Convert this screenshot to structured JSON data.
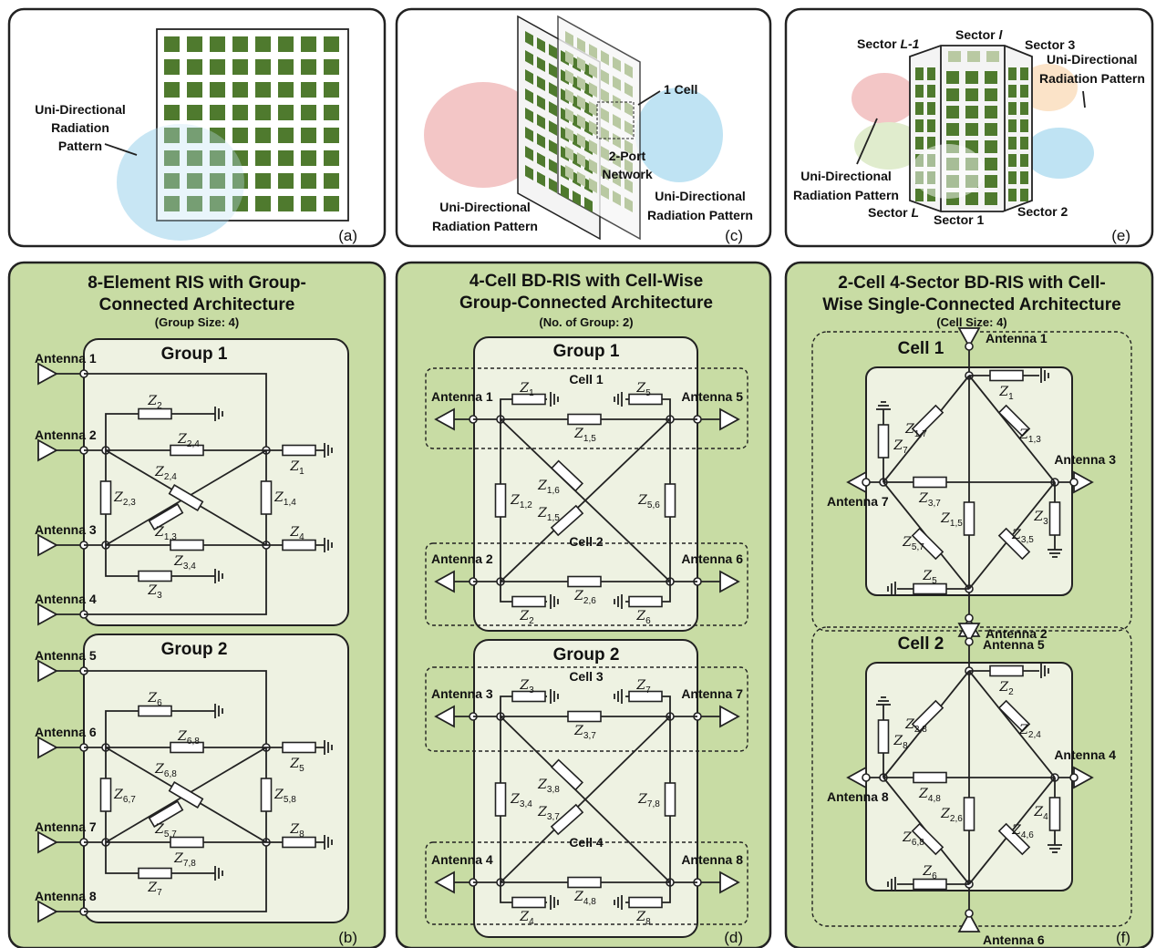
{
  "panels": {
    "a": {
      "letter": "(a)",
      "pattern_label": [
        "Uni-Directional",
        "Radiation",
        "Pattern"
      ]
    },
    "c": {
      "letter": "(c)",
      "cell_label": "1 Cell",
      "port_label": [
        "2-Port",
        "Network"
      ],
      "left_label": [
        "Uni-Directional",
        "Radiation Pattern"
      ],
      "right_label": [
        "Uni-Directional",
        "Radiation Pattern"
      ]
    },
    "e": {
      "letter": "(e)",
      "sector_label": "Sector",
      "sector_italics": [
        "L-1",
        "l",
        "L"
      ],
      "sector_numbers": [
        "3",
        "1",
        "2"
      ],
      "pattern_right": [
        "Uni-Directional",
        "Radiation Pattern"
      ],
      "pattern_left": [
        "Uni-Directional",
        "Radiation Pattern"
      ]
    },
    "b": {
      "letter": "(b)",
      "title": [
        "8-Element RIS with Group-",
        "Connected Architecture"
      ],
      "subtitle": "(Group Size: 4)",
      "groups": [
        "Group 1",
        "Group 2"
      ]
    },
    "d": {
      "letter": "(d)",
      "title": [
        "4-Cell BD-RIS with Cell-Wise",
        "Group-Connected Architecture"
      ],
      "subtitle": "(No. of Group: 2)",
      "groups": [
        "Group 1",
        "Group 2"
      ],
      "cells": [
        "Cell 1",
        "Cell 2",
        "Cell 3",
        "Cell 4"
      ]
    },
    "f": {
      "letter": "(f)",
      "title": [
        "2-Cell 4-Sector BD-RIS with Cell-",
        "Wise Single-Connected Architecture"
      ],
      "subtitle": "(Cell Size: 4)",
      "cells": [
        "Cell 1",
        "Cell 2"
      ]
    }
  },
  "antenna_prefix": "Antenna",
  "impedance_symbol": "Z",
  "colors": {
    "panel_green": "#c8dca4",
    "inner_group": "#eef2e2",
    "cell_green": "#4f7a2e",
    "pattern_red": "#f3c6c6",
    "pattern_blue": "#bfe3f3"
  }
}
